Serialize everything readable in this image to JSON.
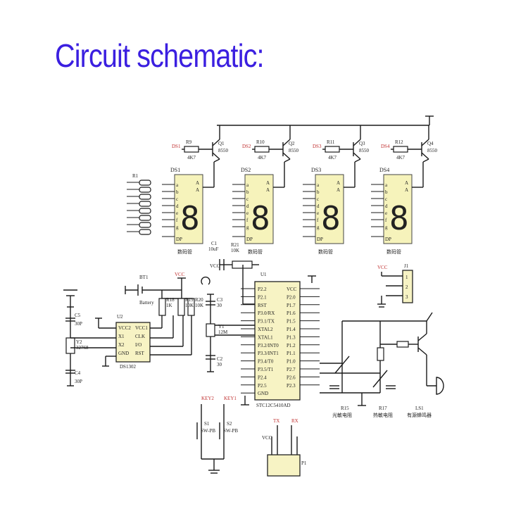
{
  "title": "Circuit schematic:",
  "displays": [
    {
      "ds": "DS1",
      "r": "R9",
      "rv": "4K7",
      "q": "Q1",
      "qt": "8550",
      "in": "DS1",
      "cap": "数码管"
    },
    {
      "ds": "DS2",
      "r": "R10",
      "rv": "4K7",
      "q": "Q2",
      "qt": "8550",
      "in": "DS2",
      "cap": "数码管"
    },
    {
      "ds": "DS3",
      "r": "R11",
      "rv": "4K7",
      "q": "Q3",
      "qt": "8550",
      "in": "DS3",
      "cap": "数码管"
    },
    {
      "ds": "DS4",
      "r": "R12",
      "rv": "4K7",
      "q": "Q4",
      "qt": "8550",
      "in": "DS4",
      "cap": "数码管"
    }
  ],
  "seg_pins": [
    "a",
    "b",
    "c",
    "d",
    "e",
    "f",
    "g",
    "DP"
  ],
  "r1_label": "R1",
  "mcu": {
    "name": "U1",
    "part": "STC12C5410AD",
    "left_pins": [
      "P2.2",
      "P2.1",
      "RST",
      "P3.0/RX",
      "P3.1/TX",
      "XTAL2",
      "XTAL1",
      "P3.2/INT0",
      "P3.3/INT1",
      "P3.4/T0",
      "P3.5/T1",
      "P2.4",
      "P2.5",
      "GND"
    ],
    "right_pins": [
      "VCC",
      "P2.0",
      "P1.7",
      "P1.6",
      "P1.5",
      "P1.4",
      "P1.3",
      "P1.2",
      "P1.1",
      "P1.0",
      "P2.7",
      "P2.6",
      "P2.3"
    ]
  },
  "rtc": {
    "name": "U2",
    "part": "DS1302",
    "left_pins": [
      "VCC2",
      "X1",
      "X2",
      "GND"
    ],
    "right_pins": [
      "VCC1",
      "CLK",
      "I/O",
      "RST"
    ]
  },
  "parts": {
    "c1": "C1",
    "c1v": "10uF",
    "r21": "R21",
    "r21v": "10K",
    "bt1": "BT1",
    "battery": "Battery",
    "r18": "R18",
    "r18v": "1K",
    "r19": "R19",
    "r19v": "10K",
    "r20": "R20",
    "r20v": "10K",
    "c5": "C5",
    "c5v": "30P",
    "c4": "C4",
    "c4v": "30P",
    "y2": "Y2",
    "y2v": "32768",
    "c3": "C3",
    "c3v": "30",
    "c2": "C2",
    "c2v": "30",
    "y1": "Y1",
    "y1v": "12M",
    "j1": "J1",
    "r15": "R15",
    "r15c": "光敏电阻",
    "r17": "R17",
    "r17c": "热敏电阻",
    "ls1": "LS1",
    "ls1c": "有源蜂鸣器",
    "key2": "KEY2",
    "key1": "KEY1",
    "s1": "S1",
    "s1t": "SW-PB",
    "s2": "S2",
    "s2t": "SW-PB",
    "tx": "TX",
    "rx": "RX",
    "p1": "P1",
    "vcc": "VCC"
  }
}
